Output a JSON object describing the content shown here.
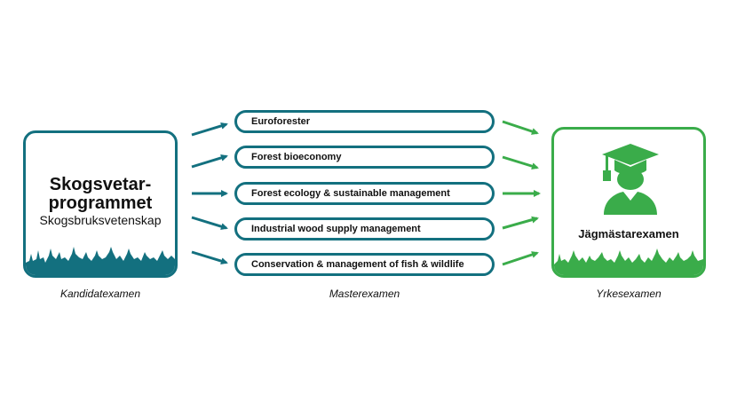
{
  "left_box": {
    "title": "Skogsvetar-\nprogrammet",
    "subtitle": "Skogsbruksvetenskap",
    "caption": "Kandidatexamen",
    "color": "#13707f"
  },
  "programs": {
    "items": [
      "Euroforester",
      "Forest bioeconomy",
      "Forest ecology & sustainable management",
      "Industrial wood supply management",
      "Conservation & management of fish & wildlife"
    ],
    "caption": "Masterexamen"
  },
  "right_box": {
    "label": "Jägmästarexamen",
    "caption": "Yrkesexamen",
    "icon": "graduate-icon",
    "color": "#3aac4a"
  }
}
